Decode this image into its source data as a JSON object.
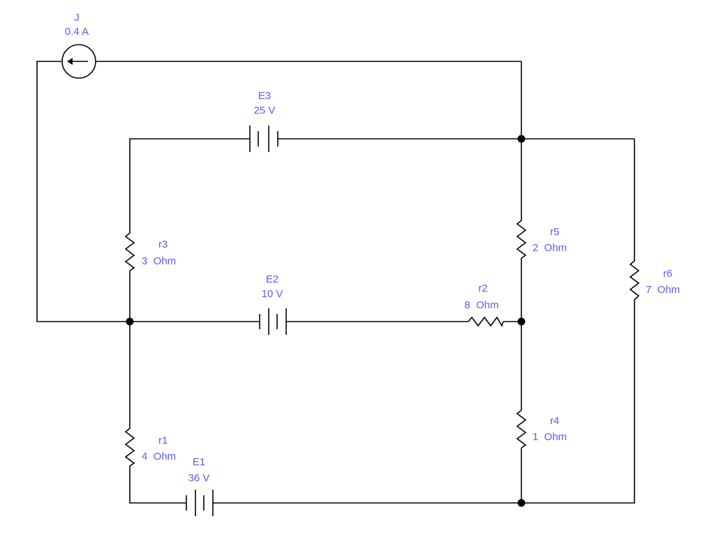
{
  "colors": {
    "wire": "#000000",
    "label": "#5b5bff",
    "background": "#ffffff"
  },
  "components": {
    "J": {
      "name": "J",
      "value": "0.4 A"
    },
    "E1": {
      "name": "E1",
      "value": "36 V"
    },
    "E2": {
      "name": "E2",
      "value": "10 V"
    },
    "E3": {
      "name": "E3",
      "value": "25 V"
    },
    "r1": {
      "name": "r1",
      "value": "4  Ohm"
    },
    "r2": {
      "name": "r2",
      "value": "8  Ohm"
    },
    "r3": {
      "name": "r3",
      "value": "3  Ohm"
    },
    "r4": {
      "name": "r4",
      "value": "1  Ohm"
    },
    "r5": {
      "name": "r5",
      "value": "2  Ohm"
    },
    "r6": {
      "name": "r6",
      "value": "7  Ohm"
    }
  }
}
